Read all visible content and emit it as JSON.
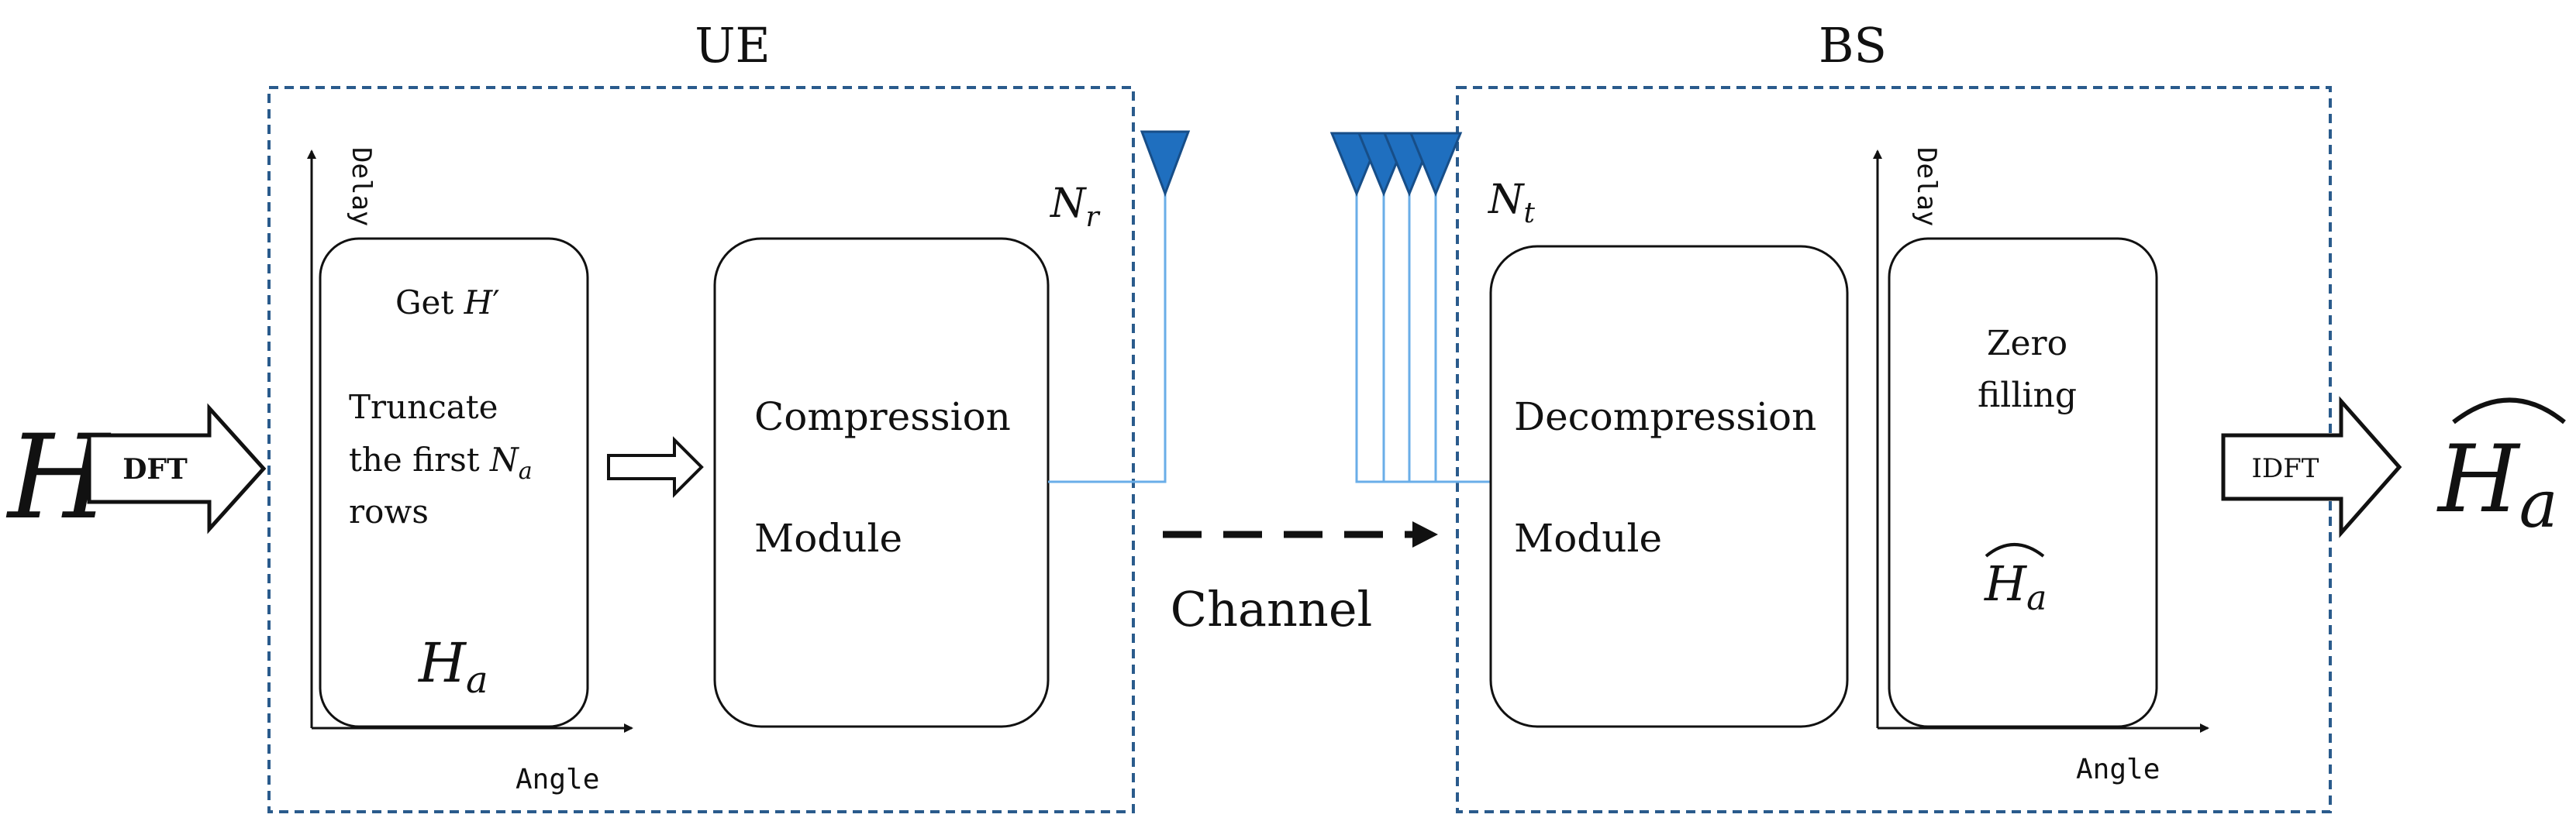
{
  "ue": {
    "label": "UE"
  },
  "bs": {
    "label": "BS"
  },
  "input": {
    "symbol": "H",
    "transform": "DFT"
  },
  "output": {
    "symbol": "H",
    "subscript": "a",
    "transform": "IDFT"
  },
  "ue_truncate": {
    "line1_prefix": "Get ",
    "line1_symbol": "H",
    "line1_prime": "′",
    "line2": "Truncate",
    "line3_prefix": "the first ",
    "line3_symbol": "N",
    "line3_subscript": "a",
    "line4": "rows",
    "matrix_symbol": "H",
    "matrix_subscript": "a"
  },
  "compression": {
    "line1": "Compression",
    "line2": "Module"
  },
  "decompression": {
    "line1": "Decompression",
    "line2": "Module"
  },
  "zero_filling": {
    "line1": "Zero",
    "line2": "filling",
    "matrix_symbol": "H",
    "matrix_subscript": "a"
  },
  "antenna_rx": {
    "symbol": "N",
    "subscript": "r"
  },
  "antenna_tx": {
    "symbol": "N",
    "subscript": "t"
  },
  "channel": {
    "label": "Channel"
  },
  "axes": {
    "delay": "Delay",
    "angle": "Angle"
  },
  "colors": {
    "box_border": "#2a5b8c",
    "antenna": "#1f6fbf",
    "feed_line": "#6aaee8",
    "ink": "#111111"
  }
}
